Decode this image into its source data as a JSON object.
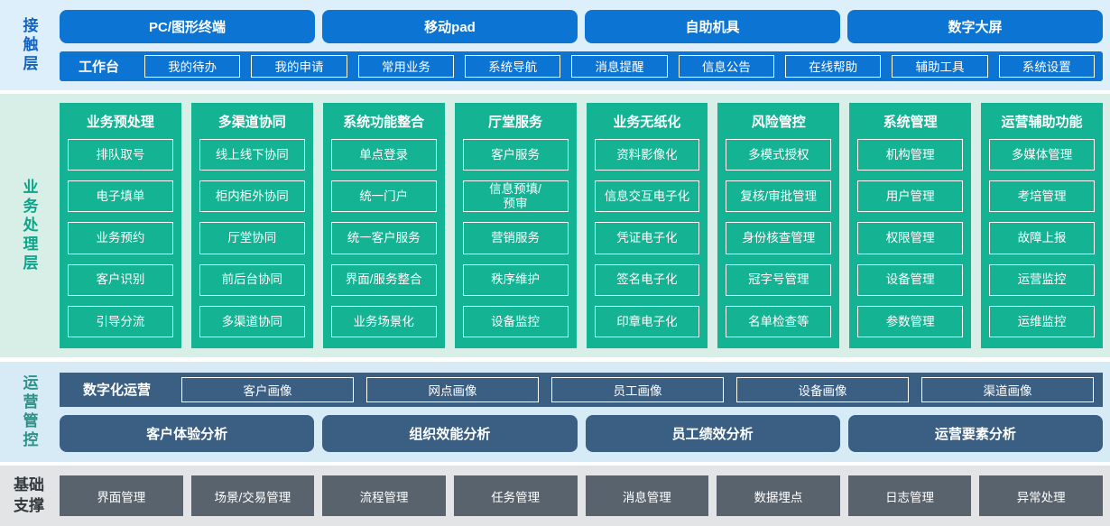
{
  "colors": {
    "accent_blue": "#0c74d3",
    "accent_green": "#13b394",
    "accent_slate": "#3a5f83",
    "accent_gray": "#59636d",
    "band_touch": "#ddeffa",
    "band_process": "#d8efe8",
    "band_ops": "#d6ebf6",
    "band_base": "#e2e4e6"
  },
  "layers": {
    "touch": {
      "label": "接触层",
      "devices": [
        "PC/图形终端",
        "移动pad",
        "自助机具",
        "数字大屏"
      ],
      "workbench": {
        "label": "工作台",
        "items": [
          "我的待办",
          "我的申请",
          "常用业务",
          "系统导航",
          "消息提醒",
          "信息公告",
          "在线帮助",
          "辅助工具",
          "系统设置"
        ]
      }
    },
    "process": {
      "label": "业务处理层",
      "columns": [
        {
          "title": "业务预处理",
          "items": [
            "排队取号",
            "电子填单",
            "业务预约",
            "客户识别",
            "引导分流"
          ]
        },
        {
          "title": "多渠道协同",
          "items": [
            "线上线下协同",
            "柜内柜外协同",
            "厅堂协同",
            "前后台协同",
            "多渠道协同"
          ]
        },
        {
          "title": "系统功能整合",
          "items": [
            "单点登录",
            "统一门户",
            "统一客户服务",
            "界面/服务整合",
            "业务场景化"
          ]
        },
        {
          "title": "厅堂服务",
          "items": [
            "客户服务",
            "信息预填/\n预审",
            "营销服务",
            "秩序维护",
            "设备监控"
          ]
        },
        {
          "title": "业务无纸化",
          "items": [
            "资料影像化",
            "信息交互电子化",
            "凭证电子化",
            "签名电子化",
            "印章电子化"
          ]
        },
        {
          "title": "风险管控",
          "items": [
            "多模式授权",
            "复核/审批管理",
            "身份核查管理",
            "冠字号管理",
            "名单检查等"
          ]
        },
        {
          "title": "系统管理",
          "items": [
            "机构管理",
            "用户管理",
            "权限管理",
            "设备管理",
            "参数管理"
          ]
        },
        {
          "title": "运营辅助功能",
          "items": [
            "多媒体管理",
            "考培管理",
            "故障上报",
            "运营监控",
            "运维监控"
          ]
        }
      ]
    },
    "ops": {
      "label": "运营管控",
      "digital": {
        "label": "数字化运营",
        "items": [
          "客户画像",
          "网点画像",
          "员工画像",
          "设备画像",
          "渠道画像"
        ]
      },
      "analysis": [
        "客户体验分析",
        "组织效能分析",
        "员工绩效分析",
        "运营要素分析"
      ]
    },
    "base": {
      "label": "基础\n支撑",
      "items": [
        "界面管理",
        "场景/交易管理",
        "流程管理",
        "任务管理",
        "消息管理",
        "数据埋点",
        "日志管理",
        "异常处理"
      ]
    }
  }
}
